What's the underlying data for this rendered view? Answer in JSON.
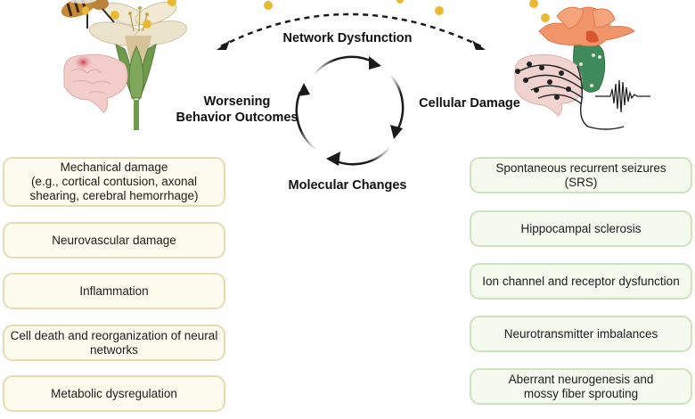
{
  "cycle": {
    "top": "Network Dysfunction",
    "right": "Cellular Damage",
    "bottom": "Molecular Changes",
    "left_line1": "Worsening",
    "left_line2": "Behavior Outcomes"
  },
  "illustrations": {
    "left": "bee-flower-injured-brain",
    "right": "cactus-flower-eeg-brain-seizure-trace"
  },
  "colors": {
    "left_box_fill": "#fdfaee",
    "left_box_border": "#e6dcb4",
    "right_box_fill": "#f4faee",
    "right_box_border": "#cde3bd",
    "pollen": "#e9b934",
    "arrow": "#1a1a1a"
  },
  "left_column": [
    {
      "text": "Mechanical damage (e.g., cortical contusion, axonal shearing, cerebral hemorrhage)",
      "lines": [
        "Mechanical damage",
        "(e.g., cortical contusion, axonal",
        "shearing, cerebral hemorrhage)"
      ]
    },
    {
      "text": "Neurovascular damage",
      "lines": [
        "Neurovascular damage"
      ]
    },
    {
      "text": "Inflammation",
      "lines": [
        "Inflammation"
      ]
    },
    {
      "text": "Cell death and reorganization of neural networks",
      "lines": [
        "Cell death and reorganization of neural",
        "networks"
      ]
    },
    {
      "text": "Metabolic dysregulation",
      "lines": [
        "Metabolic dysregulation"
      ]
    }
  ],
  "right_column": [
    {
      "text": "Spontaneous recurrent seizures (SRS)",
      "lines": [
        "Spontaneous recurrent seizures",
        "(SRS)"
      ]
    },
    {
      "text": "Hippocampal sclerosis",
      "lines": [
        "Hippocampal sclerosis"
      ]
    },
    {
      "text": "Ion channel and receptor dysfunction",
      "lines": [
        "Ion channel and receptor dysfunction"
      ]
    },
    {
      "text": "Neurotransmitter imbalances",
      "lines": [
        "Neurotransmitter imbalances"
      ]
    },
    {
      "text": "Aberrant neurogenesis and mossy fiber sprouting",
      "lines": [
        "Aberrant neurogenesis and",
        "mossy fiber sprouting"
      ]
    }
  ]
}
